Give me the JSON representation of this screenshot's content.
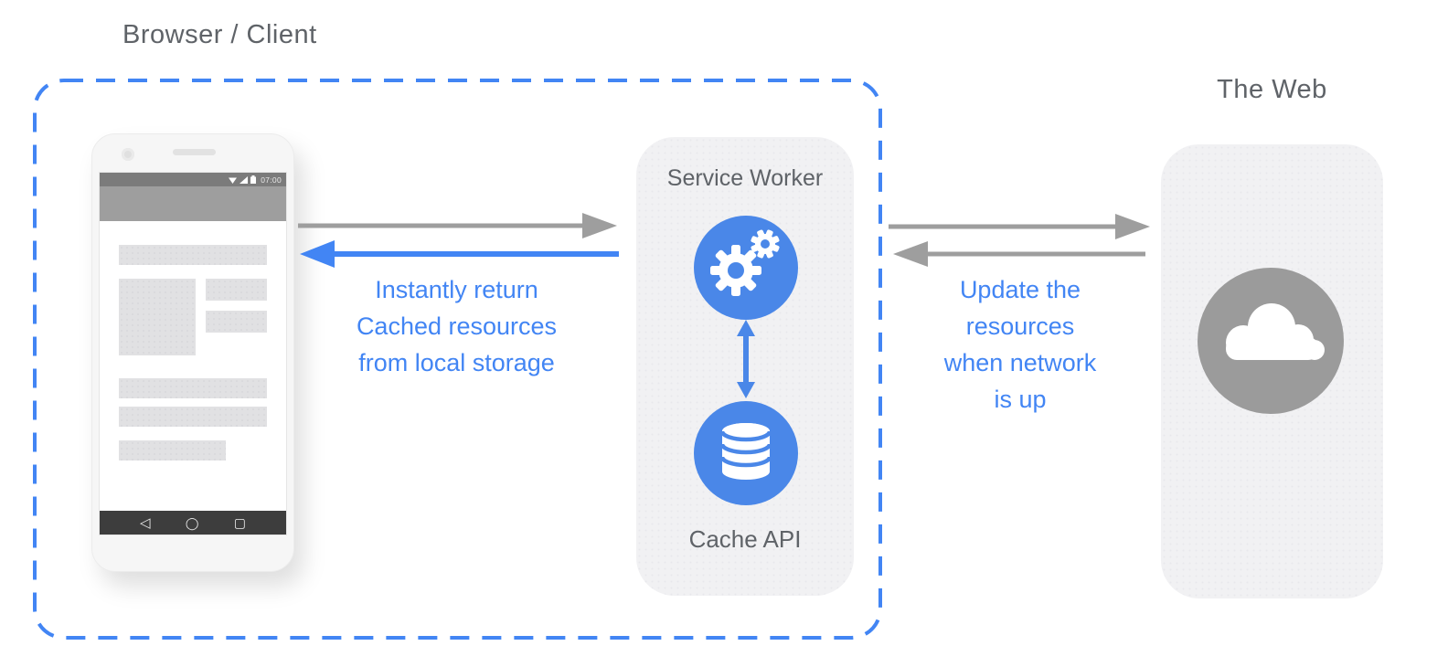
{
  "titles": {
    "browser_client": "Browser / Client",
    "the_web": "The Web"
  },
  "service_worker_panel": {
    "title": "Service Worker",
    "cache_label": "Cache API",
    "top_icon": "gears-icon",
    "bottom_icon": "database-icon"
  },
  "web_panel": {
    "icon": "cloud-icon"
  },
  "annotations": {
    "cache_return": [
      "Instantly return",
      "Cached resources",
      "from local storage"
    ],
    "network_update": [
      "Update the",
      "resources",
      "when network",
      "is up"
    ]
  },
  "phone": {
    "status_time": "07:00",
    "status_icons": [
      "wifi-icon",
      "signal-icon",
      "battery-icon"
    ],
    "nav_back_icon": "◁",
    "nav_home_icon": "◯",
    "nav_recents_icon": "▢"
  },
  "colors": {
    "accent_blue": "#4285f4",
    "circle_blue": "#4a87e8",
    "arrow_gray": "#9e9e9e",
    "text_gray": "#5f6368",
    "panel_bg": "#f1f1f3",
    "web_circle_gray": "#9b9b9b",
    "navbar_dark": "#3d3d3d"
  }
}
